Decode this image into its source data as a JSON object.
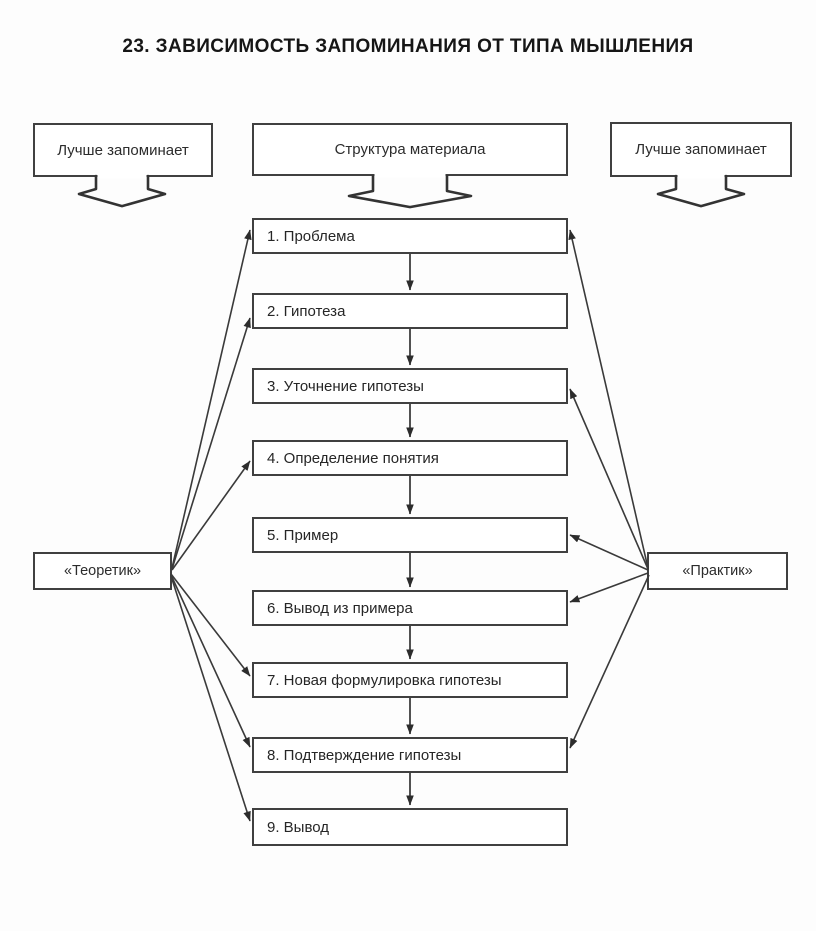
{
  "title": "23. ЗАВИСИМОСТЬ ЗАПОМИНАНИЯ ОТ ТИПА МЫШЛЕНИЯ",
  "top": {
    "left_label": "Лучше запоминает",
    "center_label": "Структура материала",
    "right_label": "Лучше запоминает"
  },
  "sides": {
    "theoretic_label": "«Теоретик»",
    "practic_label": "«Практик»"
  },
  "steps": [
    {
      "label": "1. Проблема"
    },
    {
      "label": "2. Гипотеза"
    },
    {
      "label": "3. Уточнение гипотезы"
    },
    {
      "label": "4. Определение понятия"
    },
    {
      "label": "5. Пример"
    },
    {
      "label": "6. Вывод из примера"
    },
    {
      "label": "7. Новая формулировка гипотезы"
    },
    {
      "label": "8. Подтверждение гипотезы"
    },
    {
      "label": "9. Вывод"
    }
  ],
  "connections": {
    "sequence": "1→2→3→4→5→6→7→8→9",
    "theoretic_to_steps": [
      1,
      2,
      4,
      7,
      8,
      9
    ],
    "practic_to_steps": [
      1,
      3,
      5,
      6,
      8
    ]
  },
  "colors": {
    "background": "#fdfdfd",
    "box_border": "#404040",
    "line": "#3a3a3a",
    "text": "#222222"
  }
}
